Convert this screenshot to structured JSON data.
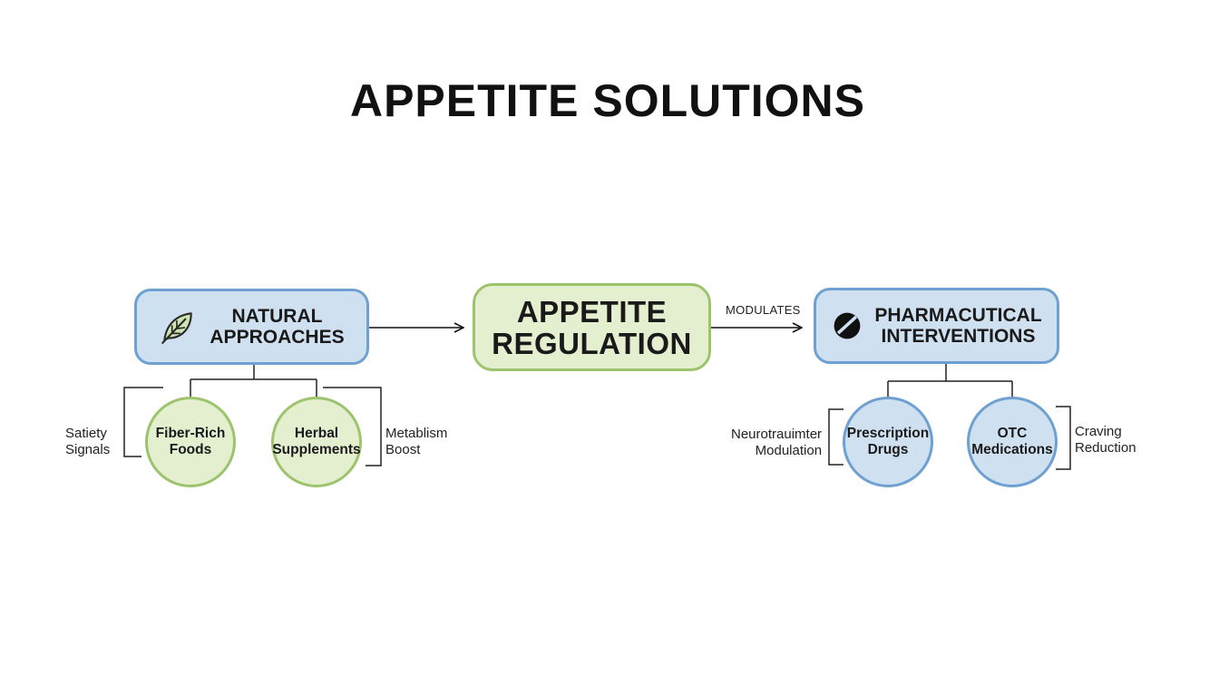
{
  "title": "APPETITE SOLUTIONS",
  "nodes": {
    "natural": {
      "label": "NATURAL\nAPPROACHES",
      "icon": "leaf-icon"
    },
    "center": {
      "label": "APPETITE\nREGULATION"
    },
    "pharma": {
      "label": "PHARMACUTICAL\nINTERVENTIONS",
      "icon": "pill-icon"
    }
  },
  "edge_label": "MODULATES",
  "children": {
    "fiber": "Fiber-Rich\nFoods",
    "herbal": "Herbal\nSupplements",
    "prescription": "Prescription\nDrugs",
    "otc": "OTC\nMedications"
  },
  "side_notes": {
    "satiety": "Satiety\nSignals",
    "metabolism": "Metablism\nBoost",
    "neuro": "Neurotrauimter\nModulation",
    "craving": "Craving\nReduction"
  },
  "colors": {
    "blue_fill": "#cfe0f1",
    "blue_border": "#6ea0d2",
    "green_fill": "#e3efcf",
    "green_border": "#9cc46c"
  }
}
